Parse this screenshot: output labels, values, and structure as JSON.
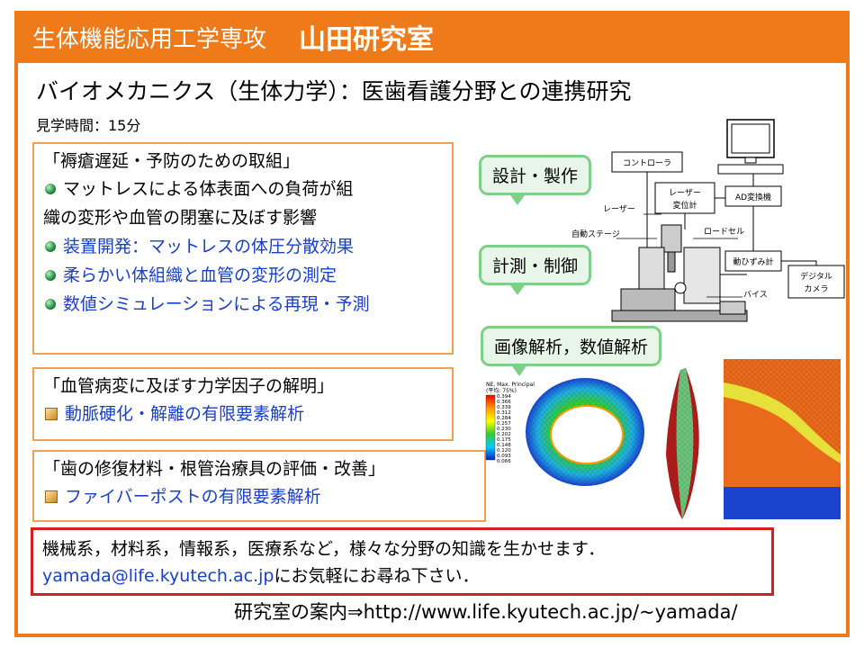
{
  "header": {
    "department": "生体機能応用工学専攻",
    "lab": "山田研究室"
  },
  "subtitle": "バイオメカニクス（生体力学）：医歯看護分野との連携研究",
  "tour_time": "見学時間：15分",
  "topics": [
    {
      "title": "「褥瘡遅延・予防のための取組」",
      "items": [
        {
          "line1": "マットレスによる体表面への負荷が組",
          "line2": "織の変形や血管の閉塞に及ぼす影響",
          "color": "black"
        },
        {
          "line1": "装置開発：マットレスの体圧分散効果",
          "color": "blue"
        },
        {
          "line1": "柔らかい体組織と血管の変形の測定",
          "color": "blue"
        },
        {
          "line1": "数値シミュレーションによる再現・予測",
          "color": "blue"
        }
      ]
    },
    {
      "title": "「血管病変に及ぼす力学因子の解明」",
      "items": [
        {
          "line1": "動脈硬化・解離の有限要素解析",
          "color": "blue"
        }
      ]
    },
    {
      "title": "「歯の修復材料・根管治療具の評価・改善」",
      "items": [
        {
          "line1": "ファイバーポストの有限要素解析",
          "color": "blue"
        }
      ]
    }
  ],
  "callouts": {
    "design": "設計・製作",
    "measure": "計測・制御",
    "analysis": "画像解析，数値解析"
  },
  "diagram_labels": {
    "controller": "コントローラ",
    "laser_disp_1": "レーザー",
    "laser_disp_2": "変位計",
    "ad": "AD変換機",
    "laser": "レーザー",
    "stage": "自動ステージ",
    "loadcell": "ロードセル",
    "strain": "動ひずみ計",
    "camera_1": "デジタル",
    "camera_2": "カメラ",
    "vise": "バイス"
  },
  "fem_legend": {
    "title_1": "NE, Max. Principal",
    "title_2": "(平均: 75%)",
    "values": [
      "0.394",
      "0.366",
      "0.339",
      "0.312",
      "0.284",
      "0.257",
      "0.230",
      "0.202",
      "0.175",
      "0.148",
      "0.120",
      "0.093",
      "0.066"
    ]
  },
  "contact": {
    "line1": "機械系，材料系，情報系，医療系など，様々な分野の知識を生かせます．",
    "email": "yamada@life.kyutech.ac.jp",
    "line2_rest": "にお気軽にお尋ね下さい．"
  },
  "guide": {
    "label": "研究室の案内⇒",
    "url": "http://www.life.kyutech.ac.jp/~yamada/"
  },
  "colors": {
    "accent_orange": "#ee7a1a",
    "text_blue": "#1a3fc4",
    "callout_green": "#7fcf88",
    "contact_red": "#d32020"
  }
}
